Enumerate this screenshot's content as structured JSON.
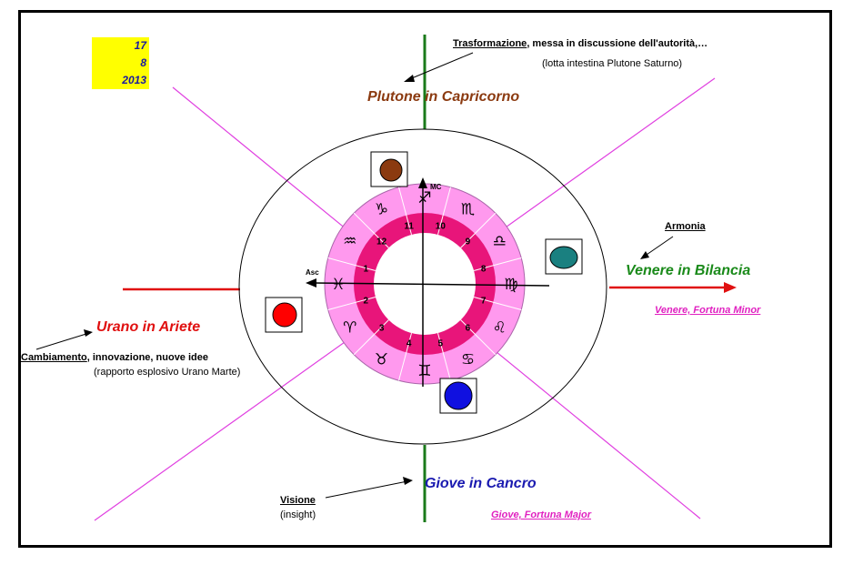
{
  "date": {
    "day": "17",
    "month": "8",
    "year": "2013"
  },
  "axes": {
    "asc": "Asc",
    "mc": "MC"
  },
  "houses": [
    "1",
    "2",
    "3",
    "4",
    "5",
    "6",
    "7",
    "8",
    "9",
    "10",
    "11",
    "12"
  ],
  "signs": [
    "♓",
    "♈",
    "♉",
    "♊",
    "♋",
    "♌",
    "♍",
    "♎",
    "♏",
    "♐",
    "♑",
    "♒"
  ],
  "planets": {
    "pluto": {
      "label": "Plutone in Capricorno",
      "color": "#8b3a10",
      "keyword": "Trasformazione",
      "note": ", messa in discussione dell'autorità,…",
      "subnote": "(lotta intestina Plutone Saturno)"
    },
    "venus": {
      "label": "Venere in Bilancia",
      "color": "#1a8a1a",
      "keyword": "Armonia",
      "link": "Venere, Fortuna Minor",
      "dot": "#1a8080"
    },
    "jupiter": {
      "label": "Giove in Cancro",
      "color": "#1a1ab0",
      "keyword": "Visione",
      "subnote": "(insight)",
      "link": "Giove, Fortuna Major",
      "dot": "#1010e0"
    },
    "uranus": {
      "label": "Urano in Ariete",
      "color": "#e01010",
      "keyword": "Cambiamento",
      "note": ", innovazione, nuove idee",
      "subnote": "(rapporto esplosivo Urano Marte)",
      "dot": "#ff0000"
    }
  },
  "colors": {
    "outer_ring": "#ff99ee",
    "inner_ring": "#e8157a",
    "diagonal": "#e040e0",
    "vertical": "#1a7a1a",
    "horizontal": "#e01010"
  }
}
